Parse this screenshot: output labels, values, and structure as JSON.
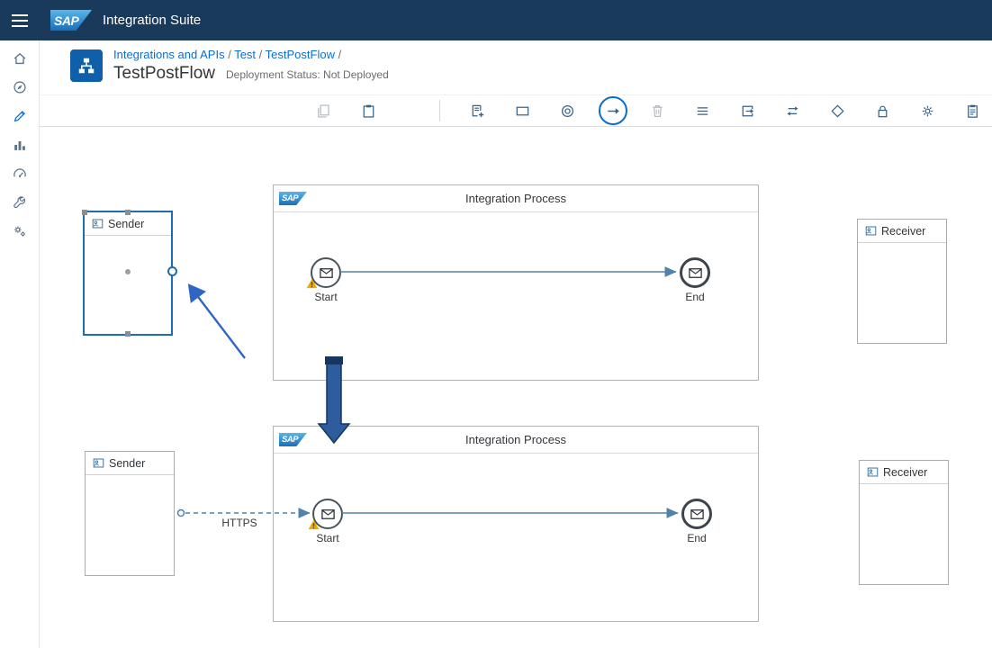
{
  "colors": {
    "shell_bg": "#1a3a5c",
    "accent": "#0a6ed1",
    "icon": "#35618a",
    "icon_disabled": "#b6bcc3",
    "connector": "#4f83ab",
    "annotation_arrow": "#2f66c4",
    "warning": "#f0ab00",
    "selection": "#1f6cb5"
  },
  "shell": {
    "logo_text": "SAP",
    "product_name": "Integration Suite"
  },
  "sidebar": {
    "items": [
      {
        "id": "home",
        "icon": "home"
      },
      {
        "id": "discover",
        "icon": "compass"
      },
      {
        "id": "design",
        "icon": "pencil",
        "selected": true
      },
      {
        "id": "monitor",
        "icon": "bar-chart"
      },
      {
        "id": "dashboard",
        "icon": "gauge"
      },
      {
        "id": "tools",
        "icon": "wrench"
      },
      {
        "id": "settings",
        "icon": "gears"
      }
    ]
  },
  "header": {
    "breadcrumb": [
      "Integrations and APIs",
      "Test",
      "TestPostFlow"
    ],
    "title": "TestPostFlow",
    "status_label": "Deployment Status:",
    "status_value": "Not Deployed"
  },
  "toolbar": {
    "groups": [
      {
        "items": [
          {
            "id": "copy",
            "icon": "copy",
            "disabled": true
          },
          {
            "id": "paste",
            "icon": "paste"
          }
        ]
      },
      {
        "items": [
          {
            "id": "add-participant",
            "icon": "note-add"
          },
          {
            "id": "add-process",
            "icon": "rectangle"
          },
          {
            "id": "add-event",
            "icon": "target"
          },
          {
            "id": "add-connector",
            "icon": "arrow-right",
            "selected": true
          },
          {
            "id": "delete",
            "icon": "trash",
            "disabled": true
          },
          {
            "id": "add-mapping",
            "icon": "lines"
          },
          {
            "id": "add-call",
            "icon": "box-arrow"
          },
          {
            "id": "add-transformation",
            "icon": "swap-arrows"
          },
          {
            "id": "add-router",
            "icon": "diamond"
          },
          {
            "id": "add-security",
            "icon": "lock"
          },
          {
            "id": "add-persistence",
            "icon": "gear"
          },
          {
            "id": "add-validator",
            "icon": "clipboard-list"
          }
        ]
      }
    ]
  },
  "canvas": {
    "top_flow": {
      "sender_label": "Sender",
      "process_title": "Integration Process",
      "start_label": "Start",
      "end_label": "End",
      "receiver_label": "Receiver"
    },
    "bottom_flow": {
      "sender_label": "Sender",
      "process_title": "Integration Process",
      "start_label": "Start",
      "end_label": "End",
      "receiver_label": "Receiver",
      "connection_label": "HTTPS"
    }
  }
}
